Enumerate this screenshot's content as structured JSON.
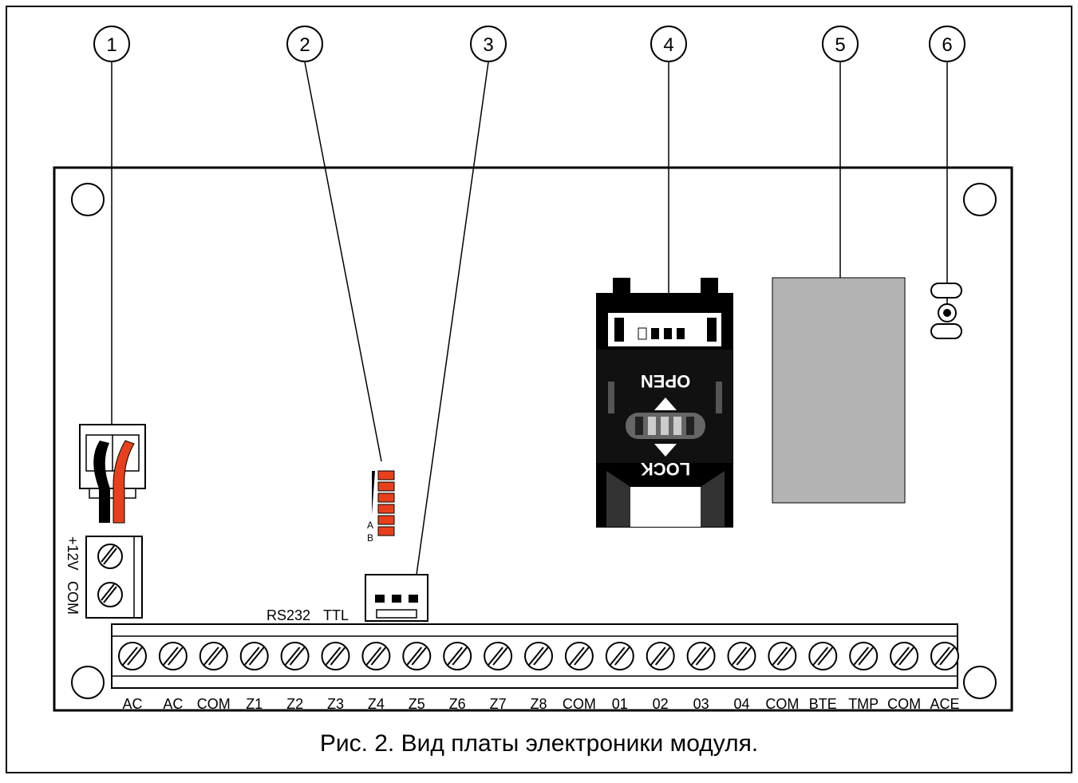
{
  "callouts": [
    "1",
    "2",
    "3",
    "4",
    "5",
    "6"
  ],
  "power_labels": [
    "+12V",
    "COM"
  ],
  "led_labels": [
    "A",
    "B"
  ],
  "port_labels": [
    "RS232",
    "TTL"
  ],
  "sim_labels": {
    "open": "OPEN",
    "lock": "LOCK"
  },
  "terminal_labels": [
    "AC",
    "AC",
    "COM",
    "Z1",
    "Z2",
    "Z3",
    "Z4",
    "Z5",
    "Z6",
    "Z7",
    "Z8",
    "COM",
    "01",
    "02",
    "03",
    "04",
    "COM",
    "BTE",
    "TMP",
    "COM",
    "ACE"
  ],
  "caption": "Рис. 2. Вид платы электроники модуля.",
  "colors": {
    "wire_red": "#e8401c",
    "wire_black": "#000000",
    "led": "#e8401c",
    "module_gray": "#b3b3b3"
  }
}
